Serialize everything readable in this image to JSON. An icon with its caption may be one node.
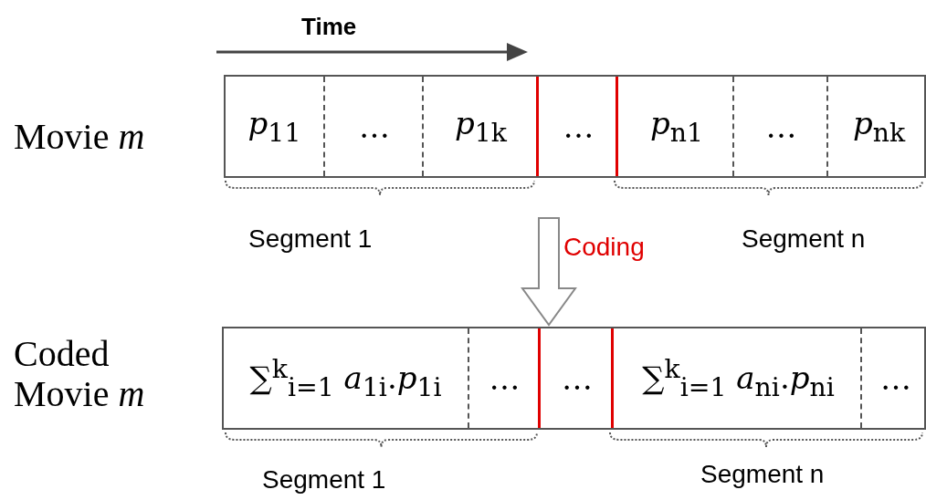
{
  "diagram": {
    "nodes": [
      {
        "text": [
          "Movie *m*"
        ]
      },
      {
        "text": [
          "*p*$_{11}$"
        ],
        "in": 0
      },
      {
        "text": [
          "…"
        ],
        "in": 0
      },
      {
        "text": [
          "*p*$_{1k}$"
        ],
        "in": 0
      },
      {
        "text": [
          "…"
        ],
        "in": 0
      },
      {
        "text": [
          "*p*$_{n1}$"
        ],
        "in": 0
      },
      {
        "text": [
          "…"
        ],
        "in": 0
      },
      {
        "text": [
          "*p*$_{nk}$"
        ],
        "in": 0
      },
      {
        "text": [
          "Coded Movie *m*"
        ]
      },
      {
        "text": [
          "∑$^{k}$$_{i=1}$ *a*$_{1i}$.*p*$_{1i}$"
        ],
        "in": 8
      },
      {
        "text": [
          "…"
        ],
        "in": 8
      },
      {
        "text": [
          "…"
        ],
        "in": 8
      },
      {
        "text": [
          "∑$^{k}$$_{i=1}$ *a*$_{ni}$.*p*$_{ni}$"
        ],
        "in": 8
      },
      {
        "text": [
          "…"
        ],
        "in": 8
      }
    ],
    "edges": [
      {
        "from": 0,
        "to": 8,
        "arrow": "to",
        "label": "Coding"
      }
    ],
    "labels": [
      "Time",
      "Segment 1",
      "Segment n",
      "Segment 1",
      "Segment n"
    ]
  }
}
